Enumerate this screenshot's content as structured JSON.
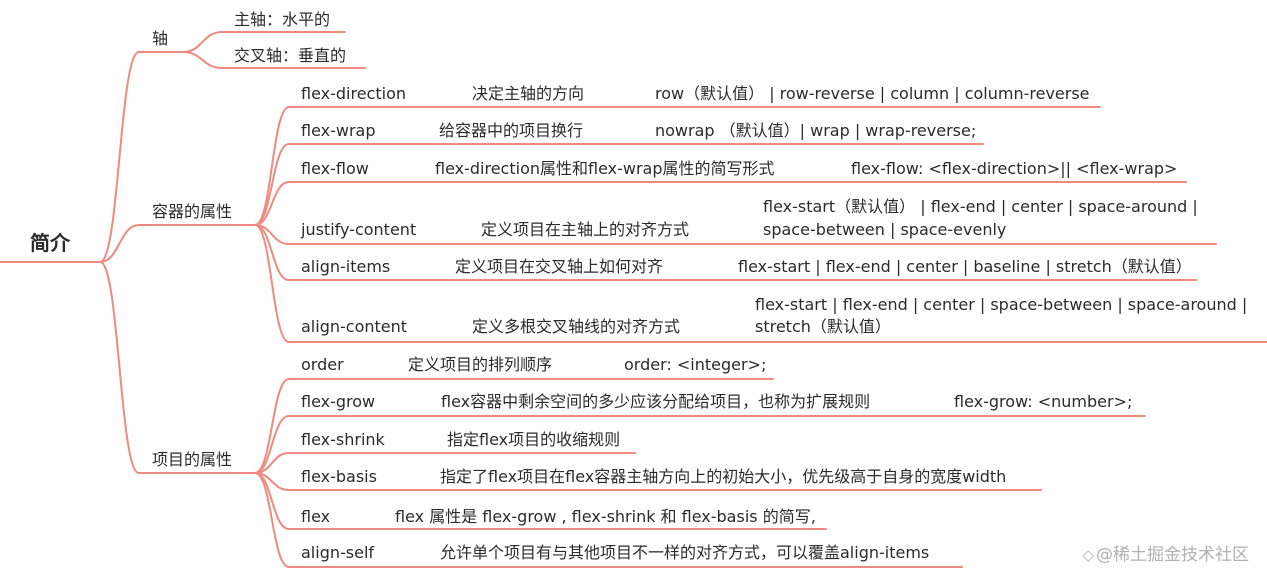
{
  "root": "简介",
  "branches": [
    {
      "label": "轴",
      "children": [
        {
          "cells": [
            "主轴：水平的"
          ]
        },
        {
          "cells": [
            "交叉轴：垂直的"
          ]
        }
      ]
    },
    {
      "label": "容器的属性",
      "children": [
        {
          "cells": [
            "flex-direction",
            "决定主轴的方向",
            "row（默认值） | row-reverse | column | column-reverse"
          ]
        },
        {
          "cells": [
            "flex-wrap",
            "给容器中的项目换行",
            "nowrap （默认值）| wrap | wrap-reverse;"
          ]
        },
        {
          "cells": [
            "flex-flow",
            "flex-direction属性和flex-wrap属性的简写形式",
            "flex-flow: <flex-direction>|| <flex-wrap>"
          ]
        },
        {
          "cells": [
            "justify-content",
            "定义项目在主轴上的对齐方式",
            "flex-start（默认值） | flex-end | center | space-around |",
            "space-between | space-evenly"
          ]
        },
        {
          "cells": [
            "align-items",
            "定义项目在交叉轴上如何对齐",
            "flex-start | flex-end | center | baseline | stretch（默认值）"
          ]
        },
        {
          "cells": [
            "align-content",
            "定义多根交叉轴线的对齐方式",
            "flex-start | flex-end | center | space-between | space-around |",
            "stretch（默认值）"
          ]
        }
      ]
    },
    {
      "label": "项目的属性",
      "children": [
        {
          "cells": [
            "order",
            "定义项目的排列顺序",
            "order: <integer>;"
          ]
        },
        {
          "cells": [
            "flex-grow",
            "flex容器中剩余空间的多少应该分配给项目，也称为扩展规则",
            "flex-grow: <number>;"
          ]
        },
        {
          "cells": [
            "flex-shrink",
            "指定flex项目的收缩规则"
          ]
        },
        {
          "cells": [
            "flex-basis",
            "指定了flex项目在flex容器主轴方向上的初始大小，优先级高于自身的宽度width"
          ]
        },
        {
          "cells": [
            "flex",
            "flex 属性是 flex-grow , flex-shrink 和 flex-basis 的简写,"
          ]
        },
        {
          "cells": [
            "align-self",
            "允许单个项目有与其他项目不一样的对齐方式，可以覆盖align-items"
          ]
        }
      ]
    }
  ],
  "watermark": "@稀土掘金技术社区",
  "colors": {
    "line": "#ee8a80",
    "text": "#2b2b2b",
    "watermark": "#b0b0b0"
  }
}
